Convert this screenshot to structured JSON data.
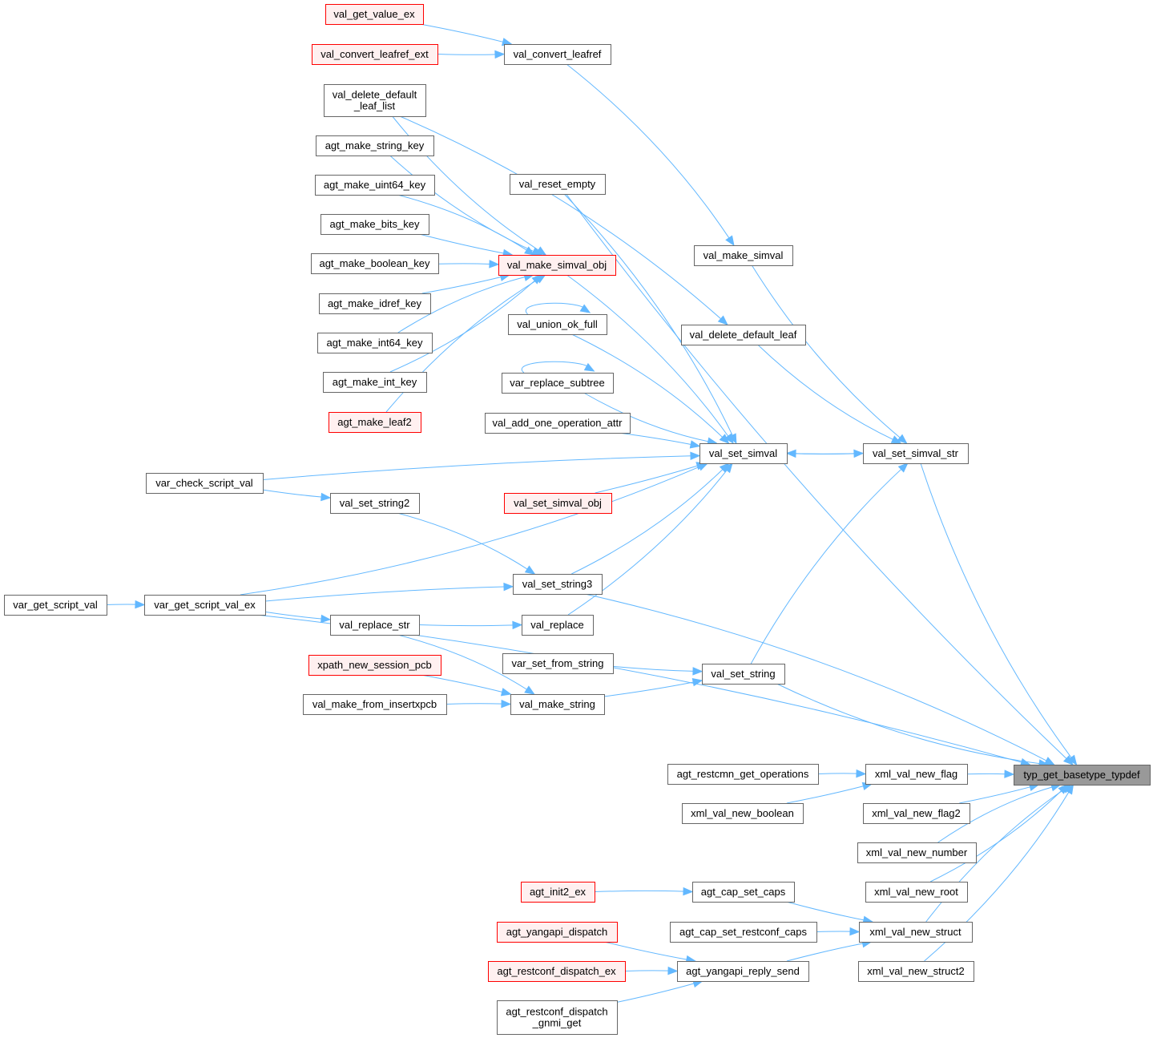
{
  "title": "Caller graph for typ_get_basetype_typdef",
  "colors": {
    "edge": "#63b8ff",
    "node_border": "#666666",
    "node_fill": "#ffffff",
    "truncated_border": "#ff0000",
    "truncated_fill": "#fff0f0",
    "root_fill": "#999999"
  },
  "nodes": [
    {
      "id": "root",
      "lines": [
        "typ_get_basetype_typdef"
      ],
      "style": "root"
    },
    {
      "id": "val_get_value_ex",
      "lines": [
        "val_get_value_ex"
      ],
      "style": "red"
    },
    {
      "id": "val_convert_leafref_ext",
      "lines": [
        "val_convert_leafref_ext"
      ],
      "style": "red"
    },
    {
      "id": "val_convert_leafref",
      "lines": [
        "val_convert_leafref"
      ],
      "style": "normal"
    },
    {
      "id": "val_delete_default_leaf_list",
      "lines": [
        "val_delete_default",
        "_leaf_list"
      ],
      "style": "normal"
    },
    {
      "id": "agt_make_string_key",
      "lines": [
        "agt_make_string_key"
      ],
      "style": "normal"
    },
    {
      "id": "agt_make_uint64_key",
      "lines": [
        "agt_make_uint64_key"
      ],
      "style": "normal"
    },
    {
      "id": "agt_make_bits_key",
      "lines": [
        "agt_make_bits_key"
      ],
      "style": "normal"
    },
    {
      "id": "agt_make_boolean_key",
      "lines": [
        "agt_make_boolean_key"
      ],
      "style": "normal"
    },
    {
      "id": "agt_make_idref_key",
      "lines": [
        "agt_make_idref_key"
      ],
      "style": "normal"
    },
    {
      "id": "agt_make_int64_key",
      "lines": [
        "agt_make_int64_key"
      ],
      "style": "normal"
    },
    {
      "id": "agt_make_int_key",
      "lines": [
        "agt_make_int_key"
      ],
      "style": "normal"
    },
    {
      "id": "agt_make_leaf2",
      "lines": [
        "agt_make_leaf2"
      ],
      "style": "red"
    },
    {
      "id": "val_reset_empty",
      "lines": [
        "val_reset_empty"
      ],
      "style": "normal"
    },
    {
      "id": "val_make_simval",
      "lines": [
        "val_make_simval"
      ],
      "style": "normal"
    },
    {
      "id": "val_make_simval_obj",
      "lines": [
        "val_make_simval_obj"
      ],
      "style": "red"
    },
    {
      "id": "val_union_ok_full",
      "lines": [
        "val_union_ok_full"
      ],
      "style": "normal"
    },
    {
      "id": "val_delete_default_leaf",
      "lines": [
        "val_delete_default_leaf"
      ],
      "style": "normal"
    },
    {
      "id": "var_replace_subtree",
      "lines": [
        "var_replace_subtree"
      ],
      "style": "normal"
    },
    {
      "id": "val_add_one_operation_attr",
      "lines": [
        "val_add_one_operation_attr"
      ],
      "style": "normal"
    },
    {
      "id": "val_set_simval",
      "lines": [
        "val_set_simval"
      ],
      "style": "normal"
    },
    {
      "id": "val_set_simval_str",
      "lines": [
        "val_set_simval_str"
      ],
      "style": "normal"
    },
    {
      "id": "var_check_script_val",
      "lines": [
        "var_check_script_val"
      ],
      "style": "normal"
    },
    {
      "id": "val_set_string2",
      "lines": [
        "val_set_string2"
      ],
      "style": "normal"
    },
    {
      "id": "val_set_simval_obj",
      "lines": [
        "val_set_simval_obj"
      ],
      "style": "red"
    },
    {
      "id": "var_get_script_val",
      "lines": [
        "var_get_script_val"
      ],
      "style": "normal"
    },
    {
      "id": "var_get_script_val_ex",
      "lines": [
        "var_get_script_val_ex"
      ],
      "style": "normal"
    },
    {
      "id": "val_set_string3",
      "lines": [
        "val_set_string3"
      ],
      "style": "normal"
    },
    {
      "id": "val_replace_str",
      "lines": [
        "val_replace_str"
      ],
      "style": "normal"
    },
    {
      "id": "val_replace",
      "lines": [
        "val_replace"
      ],
      "style": "normal"
    },
    {
      "id": "xpath_new_session_pcb",
      "lines": [
        "xpath_new_session_pcb"
      ],
      "style": "red"
    },
    {
      "id": "var_set_from_string",
      "lines": [
        "var_set_from_string"
      ],
      "style": "normal"
    },
    {
      "id": "val_set_string",
      "lines": [
        "val_set_string"
      ],
      "style": "normal"
    },
    {
      "id": "val_make_from_insertxpcb",
      "lines": [
        "val_make_from_insertxpcb"
      ],
      "style": "normal"
    },
    {
      "id": "val_make_string",
      "lines": [
        "val_make_string"
      ],
      "style": "normal"
    },
    {
      "id": "agt_restcmn_get_operations",
      "lines": [
        "agt_restcmn_get_operations"
      ],
      "style": "normal"
    },
    {
      "id": "xml_val_new_flag",
      "lines": [
        "xml_val_new_flag"
      ],
      "style": "normal"
    },
    {
      "id": "xml_val_new_boolean",
      "lines": [
        "xml_val_new_boolean"
      ],
      "style": "normal"
    },
    {
      "id": "xml_val_new_flag2",
      "lines": [
        "xml_val_new_flag2"
      ],
      "style": "normal"
    },
    {
      "id": "xml_val_new_number",
      "lines": [
        "xml_val_new_number"
      ],
      "style": "normal"
    },
    {
      "id": "agt_init2_ex",
      "lines": [
        "agt_init2_ex"
      ],
      "style": "red"
    },
    {
      "id": "agt_cap_set_caps",
      "lines": [
        "agt_cap_set_caps"
      ],
      "style": "normal"
    },
    {
      "id": "xml_val_new_root",
      "lines": [
        "xml_val_new_root"
      ],
      "style": "normal"
    },
    {
      "id": "agt_yangapi_dispatch",
      "lines": [
        "agt_yangapi_dispatch"
      ],
      "style": "red"
    },
    {
      "id": "agt_cap_set_restconf_caps",
      "lines": [
        "agt_cap_set_restconf_caps"
      ],
      "style": "normal"
    },
    {
      "id": "xml_val_new_struct",
      "lines": [
        "xml_val_new_struct"
      ],
      "style": "normal"
    },
    {
      "id": "agt_restconf_dispatch_ex",
      "lines": [
        "agt_restconf_dispatch_ex"
      ],
      "style": "red"
    },
    {
      "id": "agt_yangapi_reply_send",
      "lines": [
        "agt_yangapi_reply_send"
      ],
      "style": "normal"
    },
    {
      "id": "xml_val_new_struct2",
      "lines": [
        "xml_val_new_struct2"
      ],
      "style": "normal"
    },
    {
      "id": "agt_restconf_dispatch_gnmi_get",
      "lines": [
        "agt_restconf_dispatch",
        "_gnmi_get"
      ],
      "style": "normal"
    }
  ],
  "edges": [
    [
      "val_get_value_ex",
      "val_convert_leafref"
    ],
    [
      "val_convert_leafref_ext",
      "val_convert_leafref"
    ],
    [
      "val_convert_leafref",
      "val_make_simval"
    ],
    [
      "val_delete_default_leaf_list",
      "val_make_simval_obj"
    ],
    [
      "val_delete_default_leaf_list",
      "val_delete_default_leaf"
    ],
    [
      "agt_make_string_key",
      "val_make_simval_obj"
    ],
    [
      "agt_make_uint64_key",
      "val_make_simval_obj"
    ],
    [
      "agt_make_bits_key",
      "val_make_simval_obj"
    ],
    [
      "agt_make_boolean_key",
      "val_make_simval_obj"
    ],
    [
      "agt_make_idref_key",
      "val_make_simval_obj"
    ],
    [
      "agt_make_int64_key",
      "val_make_simval_obj"
    ],
    [
      "agt_make_int_key",
      "val_make_simval_obj"
    ],
    [
      "agt_make_leaf2",
      "val_make_simval_obj"
    ],
    [
      "val_reset_empty",
      "root"
    ],
    [
      "val_reset_empty",
      "val_set_simval"
    ],
    [
      "val_make_simval",
      "val_set_simval_str"
    ],
    [
      "val_make_simval_obj",
      "val_set_simval"
    ],
    [
      "val_union_ok_full",
      "val_union_ok_full"
    ],
    [
      "val_union_ok_full",
      "val_set_simval"
    ],
    [
      "val_delete_default_leaf",
      "val_set_simval_str"
    ],
    [
      "var_replace_subtree",
      "var_replace_subtree"
    ],
    [
      "var_replace_subtree",
      "val_set_simval"
    ],
    [
      "val_add_one_operation_attr",
      "val_set_simval"
    ],
    [
      "val_set_simval",
      "val_set_simval_str"
    ],
    [
      "val_set_simval_str",
      "val_set_simval"
    ],
    [
      "val_set_simval_str",
      "root"
    ],
    [
      "var_check_script_val",
      "val_set_simval"
    ],
    [
      "var_check_script_val",
      "val_set_string2"
    ],
    [
      "val_set_string2",
      "val_set_string3"
    ],
    [
      "val_set_simval_obj",
      "val_set_simval"
    ],
    [
      "var_get_script_val",
      "var_get_script_val_ex"
    ],
    [
      "var_get_script_val_ex",
      "val_set_simval"
    ],
    [
      "var_get_script_val_ex",
      "val_set_string3"
    ],
    [
      "var_get_script_val_ex",
      "val_replace_str"
    ],
    [
      "var_get_script_val_ex",
      "root"
    ],
    [
      "val_set_string3",
      "val_set_simval"
    ],
    [
      "val_set_string3",
      "root"
    ],
    [
      "val_replace_str",
      "val_replace"
    ],
    [
      "val_replace_str",
      "val_make_string"
    ],
    [
      "val_replace",
      "val_set_simval"
    ],
    [
      "xpath_new_session_pcb",
      "val_make_string"
    ],
    [
      "var_set_from_string",
      "val_set_string"
    ],
    [
      "val_make_from_insertxpcb",
      "val_make_string"
    ],
    [
      "val_make_string",
      "val_set_string"
    ],
    [
      "val_set_string",
      "val_set_simval_str"
    ],
    [
      "val_set_string",
      "root"
    ],
    [
      "agt_restcmn_get_operations",
      "xml_val_new_flag"
    ],
    [
      "xml_val_new_boolean",
      "xml_val_new_flag"
    ],
    [
      "xml_val_new_flag",
      "root"
    ],
    [
      "xml_val_new_flag2",
      "root"
    ],
    [
      "xml_val_new_number",
      "root"
    ],
    [
      "xml_val_new_root",
      "root"
    ],
    [
      "xml_val_new_struct",
      "root"
    ],
    [
      "xml_val_new_struct2",
      "root"
    ],
    [
      "agt_init2_ex",
      "agt_cap_set_caps"
    ],
    [
      "agt_cap_set_caps",
      "xml_val_new_struct"
    ],
    [
      "agt_cap_set_restconf_caps",
      "xml_val_new_struct"
    ],
    [
      "agt_yangapi_dispatch",
      "agt_yangapi_reply_send"
    ],
    [
      "agt_restconf_dispatch_ex",
      "agt_yangapi_reply_send"
    ],
    [
      "agt_restconf_dispatch_gnmi_get",
      "agt_yangapi_reply_send"
    ],
    [
      "agt_yangapi_reply_send",
      "xml_val_new_struct"
    ]
  ]
}
